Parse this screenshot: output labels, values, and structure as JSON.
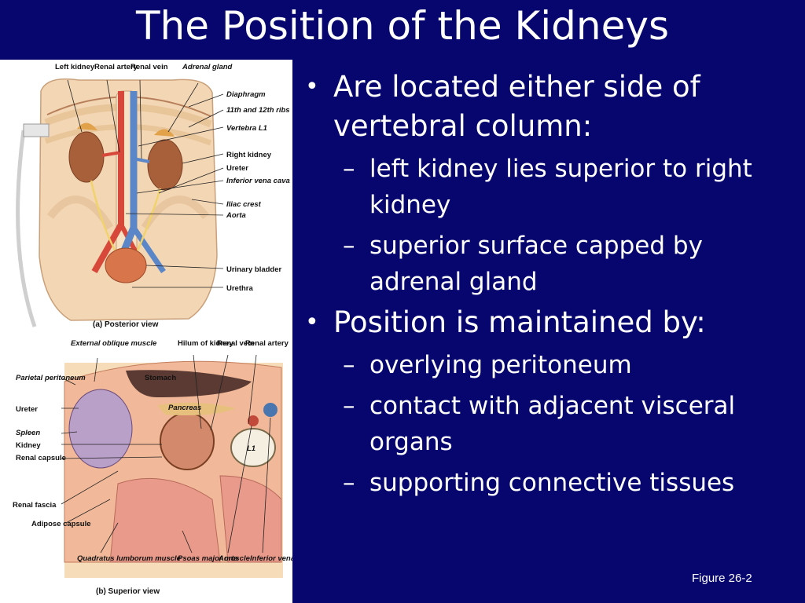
{
  "slide": {
    "title": "The Position of the Kidneys",
    "figure_ref": "Figure 26-2"
  },
  "bullets": [
    {
      "text": "Are located either side of vertebral column:",
      "subs": [
        "left kidney lies superior to right kidney",
        "superior surface capped by adrenal gland"
      ]
    },
    {
      "text": "Position is maintained by:",
      "subs": [
        "overlying peritoneum",
        "contact with adjacent visceral organs",
        "supporting connective tissues"
      ]
    }
  ],
  "figure": {
    "posterior": {
      "caption": "(a) Posterior view",
      "top_labels": [
        "Left kidney",
        "Renal artery",
        "Renal vein",
        "Adrenal gland"
      ],
      "right_labels": [
        "Diaphragm",
        "11th and 12th ribs",
        "Vertebra L1",
        "Right kidney",
        "Ureter",
        "Inferior vena cava",
        "Iliac crest",
        "Aorta",
        "Urinary bladder",
        "Urethra"
      ]
    },
    "superior": {
      "caption": "(b) Superior view",
      "top_labels": [
        "External oblique muscle",
        "Hilum of kidney",
        "Renal vein",
        "Renal artery"
      ],
      "inner_labels": [
        "Stomach",
        "Pancreas",
        "L1"
      ],
      "left_labels": [
        "Parietal peritoneum",
        "Ureter",
        "Spleen",
        "Kidney",
        "Renal capsule",
        "Renal fascia",
        "Adipose capsule"
      ],
      "bottom_labels": [
        "Quadratus lumborum muscle",
        "Psoas major muscle",
        "Aorta",
        "Inferior vena cava"
      ]
    }
  },
  "colors": {
    "background": "#06066e",
    "text": "#ffffff",
    "figure_bg": "#ffffff"
  }
}
